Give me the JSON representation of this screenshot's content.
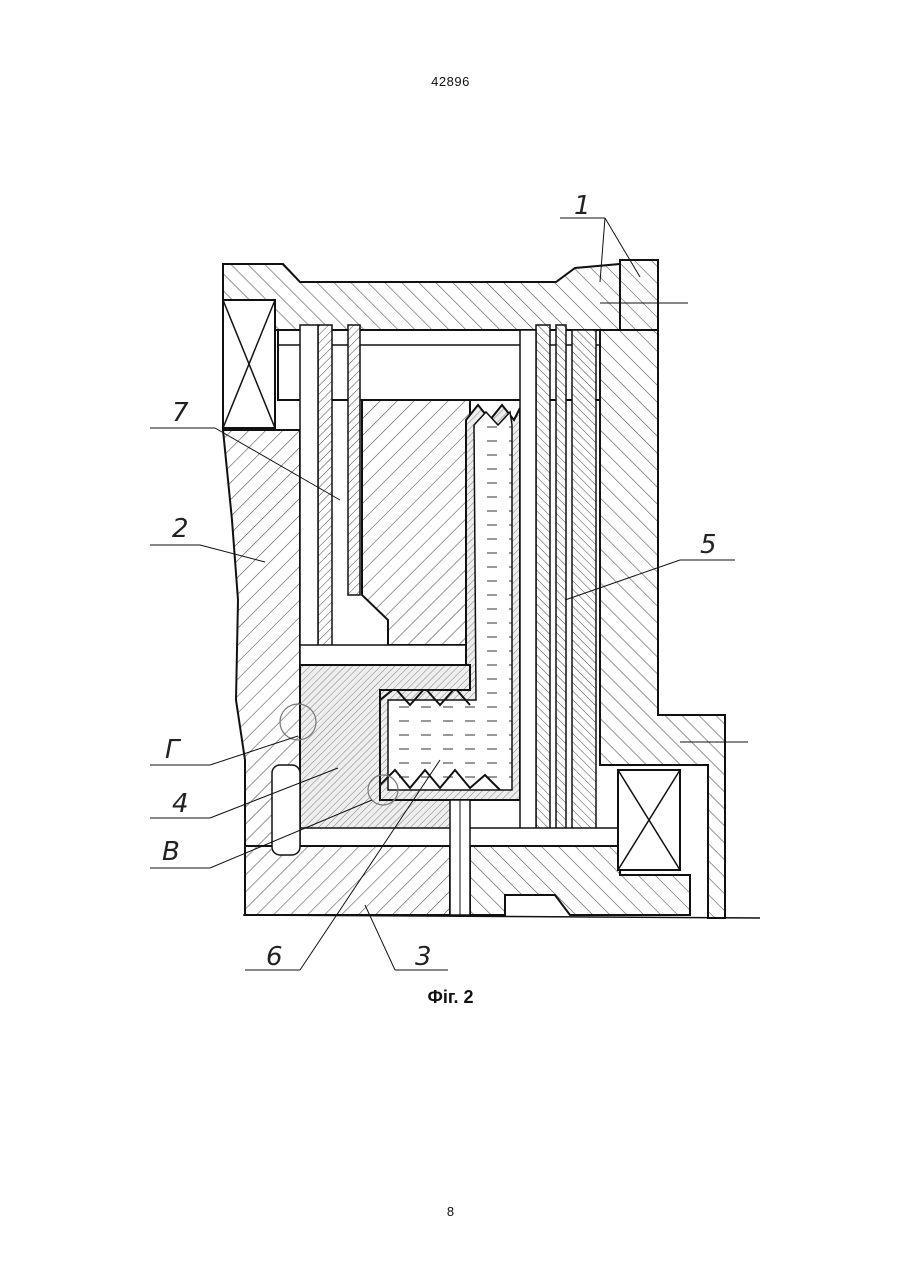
{
  "header": {
    "patent_number": "42896"
  },
  "figure": {
    "caption": "Фіг. 2",
    "labels": [
      {
        "id": "1",
        "text": "1"
      },
      {
        "id": "2",
        "text": "2"
      },
      {
        "id": "3",
        "text": "3"
      },
      {
        "id": "4",
        "text": "4"
      },
      {
        "id": "5",
        "text": "5"
      },
      {
        "id": "6",
        "text": "6"
      },
      {
        "id": "7",
        "text": "7"
      },
      {
        "id": "G",
        "text": "Г"
      },
      {
        "id": "V",
        "text": "В"
      }
    ]
  },
  "footer": {
    "page_number": "8"
  }
}
